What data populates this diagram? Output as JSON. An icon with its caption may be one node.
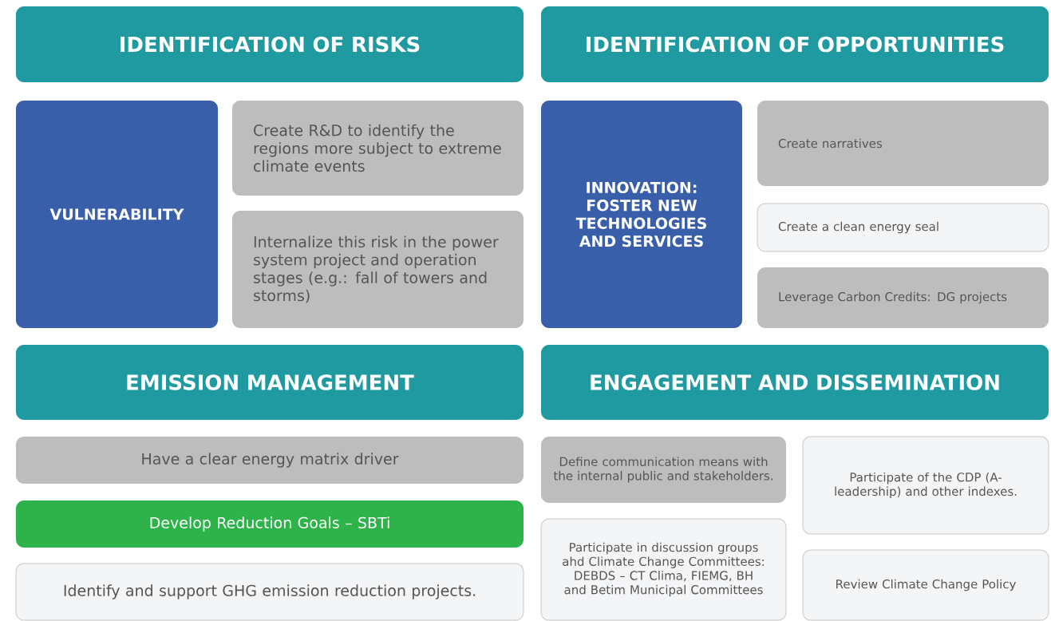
{
  "diagram": {
    "nodes": [
      {
        "text": [
          "IDENTIFICATION OF RISKS"
        ]
      },
      {
        "text": [
          "IDENTIFICATION OF OPPORTUNITIES"
        ]
      },
      {
        "text": [
          "VULNERABILITY"
        ]
      },
      {
        "text": [
          "Create R&D to identify the regions more subject to extreme climate events"
        ]
      },
      {
        "text": [
          "Internalize this risk in the power system project and operation stages (e.g.: fall of towers and storms)"
        ]
      },
      {
        "text": [
          "INNOVATION: FOSTER NEW TECHNOLOGIES AND SERVICES"
        ]
      },
      {
        "text": [
          "Create narratives"
        ]
      },
      {
        "text": [
          "Create a clean energy seal"
        ]
      },
      {
        "text": [
          "Leverage Carbon Credits: DG projects"
        ]
      },
      {
        "text": [
          "EMISSION MANAGEMENT"
        ]
      },
      {
        "text": [
          "ENGAGEMENT AND DISSEMINATION"
        ]
      },
      {
        "text": [
          "Have a clear energy matrix driver"
        ]
      },
      {
        "text": [
          "Develop Reduction Goals – SBTi"
        ]
      },
      {
        "text": [
          "Identify and support GHG emission reduction projects."
        ]
      },
      {
        "text": [
          "Define communication means with the internal public and stakeholders."
        ]
      },
      {
        "text": [
          "Participate of the CDP (A-leadership) and other indexes."
        ]
      },
      {
        "text": [
          "Participate in discussion groups ahd Climate Change Committees: DEBDS – CT Clima, FIEMG, BH and Betim Municipal Committees"
        ]
      },
      {
        "text": [
          "Review Climate Change Policy"
        ]
      }
    ]
  }
}
